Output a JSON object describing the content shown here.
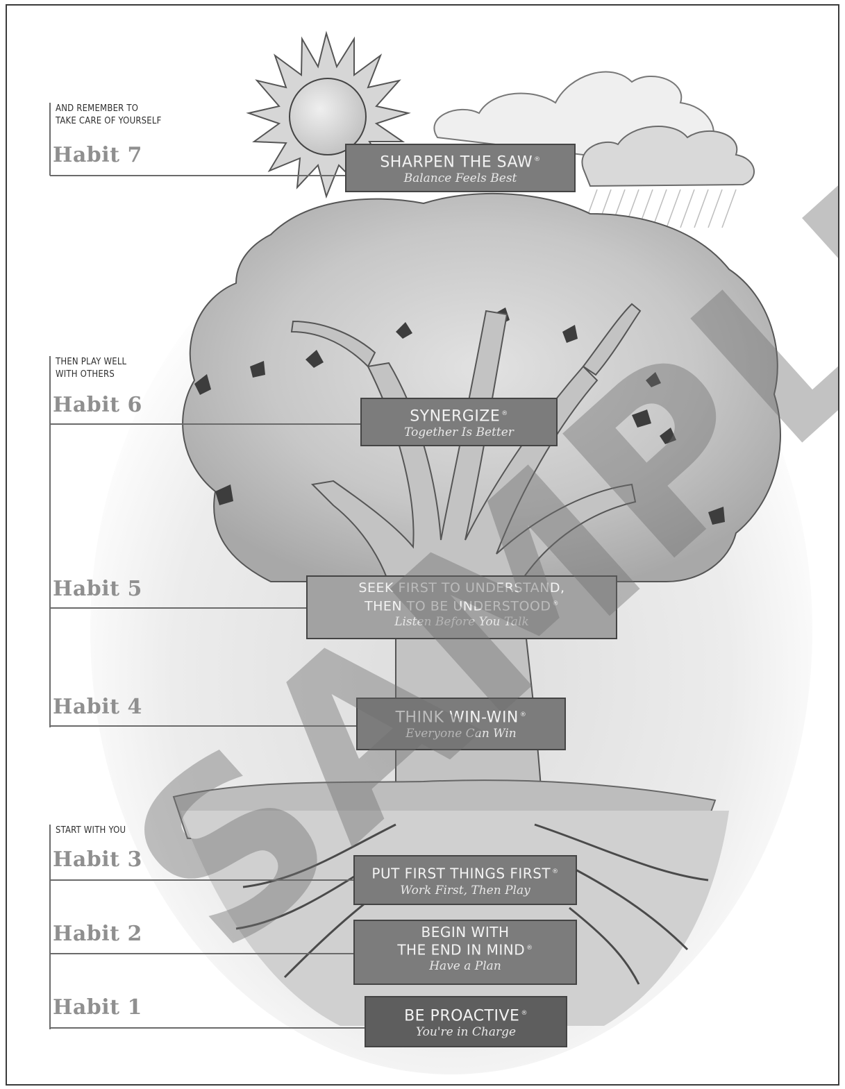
{
  "captions": {
    "top": "AND REMEMBER TO\nTAKE CARE OF YOURSELF",
    "middle": "THEN PLAY WELL\nWITH OTHERS",
    "bottom": "START WITH YOU"
  },
  "habits": [
    {
      "label": "Habit 7",
      "title": "SHARPEN THE SAW",
      "subtitle": "Balance Feels Best"
    },
    {
      "label": "Habit 6",
      "title": "SYNERGIZE",
      "subtitle": "Together Is Better"
    },
    {
      "label": "Habit 5",
      "title_line1": "SEEK FIRST TO UNDERSTAND,",
      "title_line2": "THEN TO BE UNDERSTOOD",
      "subtitle": "Listen Before You Talk"
    },
    {
      "label": "Habit 4",
      "title": "THINK WIN-WIN",
      "subtitle": "Everyone Can Win"
    },
    {
      "label": "Habit 3",
      "title": "PUT FIRST THINGS FIRST",
      "subtitle": "Work First, Then Play"
    },
    {
      "label": "Habit 2",
      "title_line1": "BEGIN WITH",
      "title_line2": "THE END IN MIND",
      "subtitle": "Have a Plan"
    },
    {
      "label": "Habit 1",
      "title": "BE PROACTIVE",
      "subtitle": "You're in Charge"
    }
  ],
  "trademark": "®",
  "watermark": "SAMPLE",
  "colors": {
    "sign": "#7c7c7c",
    "sign_dark": "#5e5e5e",
    "label_gray": "#8f8f8f",
    "line": "#6a6a6a"
  }
}
